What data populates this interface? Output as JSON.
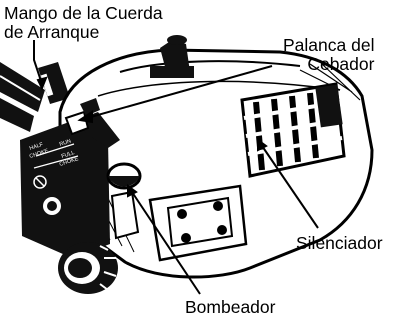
{
  "diagram": {
    "labels": {
      "starter_handle": [
        "Mango de la Cuerda",
        "de Arranque"
      ],
      "choke_lever": [
        "Palanca del",
        "Cebador"
      ],
      "muffler": "Silenciador",
      "primer_bulb": "Bombeador"
    },
    "decal": {
      "half": "HALF",
      "choke": "CHOKE",
      "run": "RUN",
      "full": "FULL",
      "choke2": "CHOKE"
    }
  }
}
